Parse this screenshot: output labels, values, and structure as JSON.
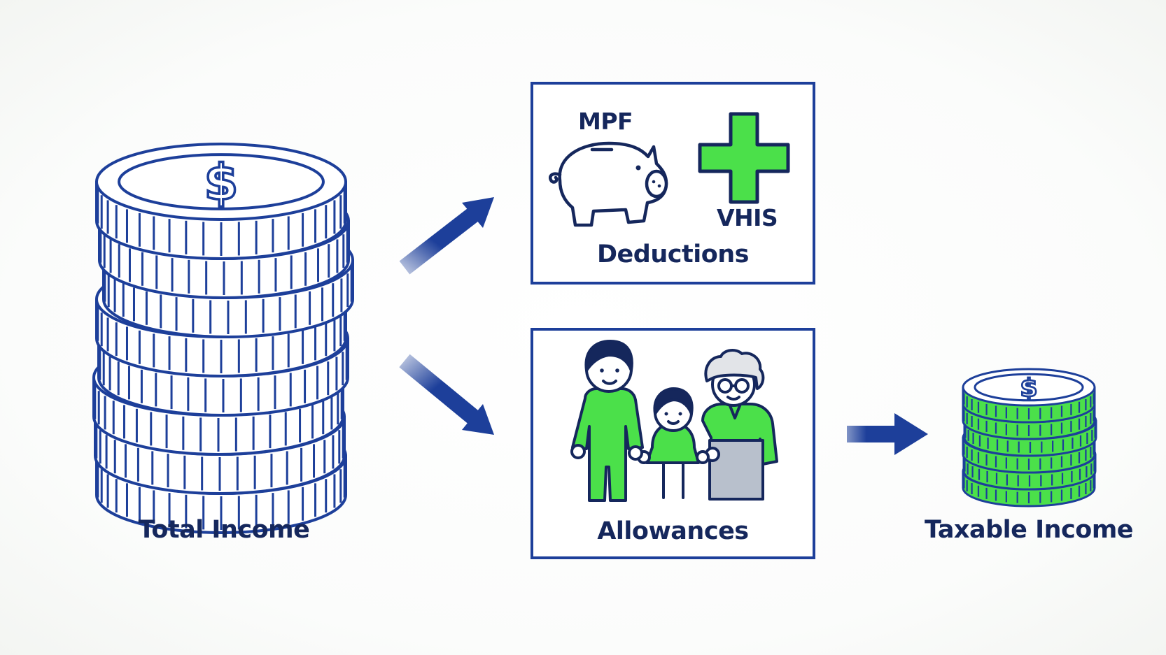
{
  "total_income": {
    "label": "Total Income",
    "symbol": "$"
  },
  "deductions": {
    "label": "Deductions",
    "items": [
      {
        "label": "MPF",
        "icon": "piggy-bank-icon"
      },
      {
        "label": "VHIS",
        "icon": "medical-cross-icon"
      }
    ]
  },
  "allowances": {
    "label": "Allowances",
    "icon": "family-icon"
  },
  "taxable_income": {
    "label": "Taxable Income",
    "symbol": "$"
  },
  "colors": {
    "navy": "#1d3f9a",
    "text": "#15275c",
    "green": "#4be04a",
    "grey": "#b8c0cc"
  }
}
